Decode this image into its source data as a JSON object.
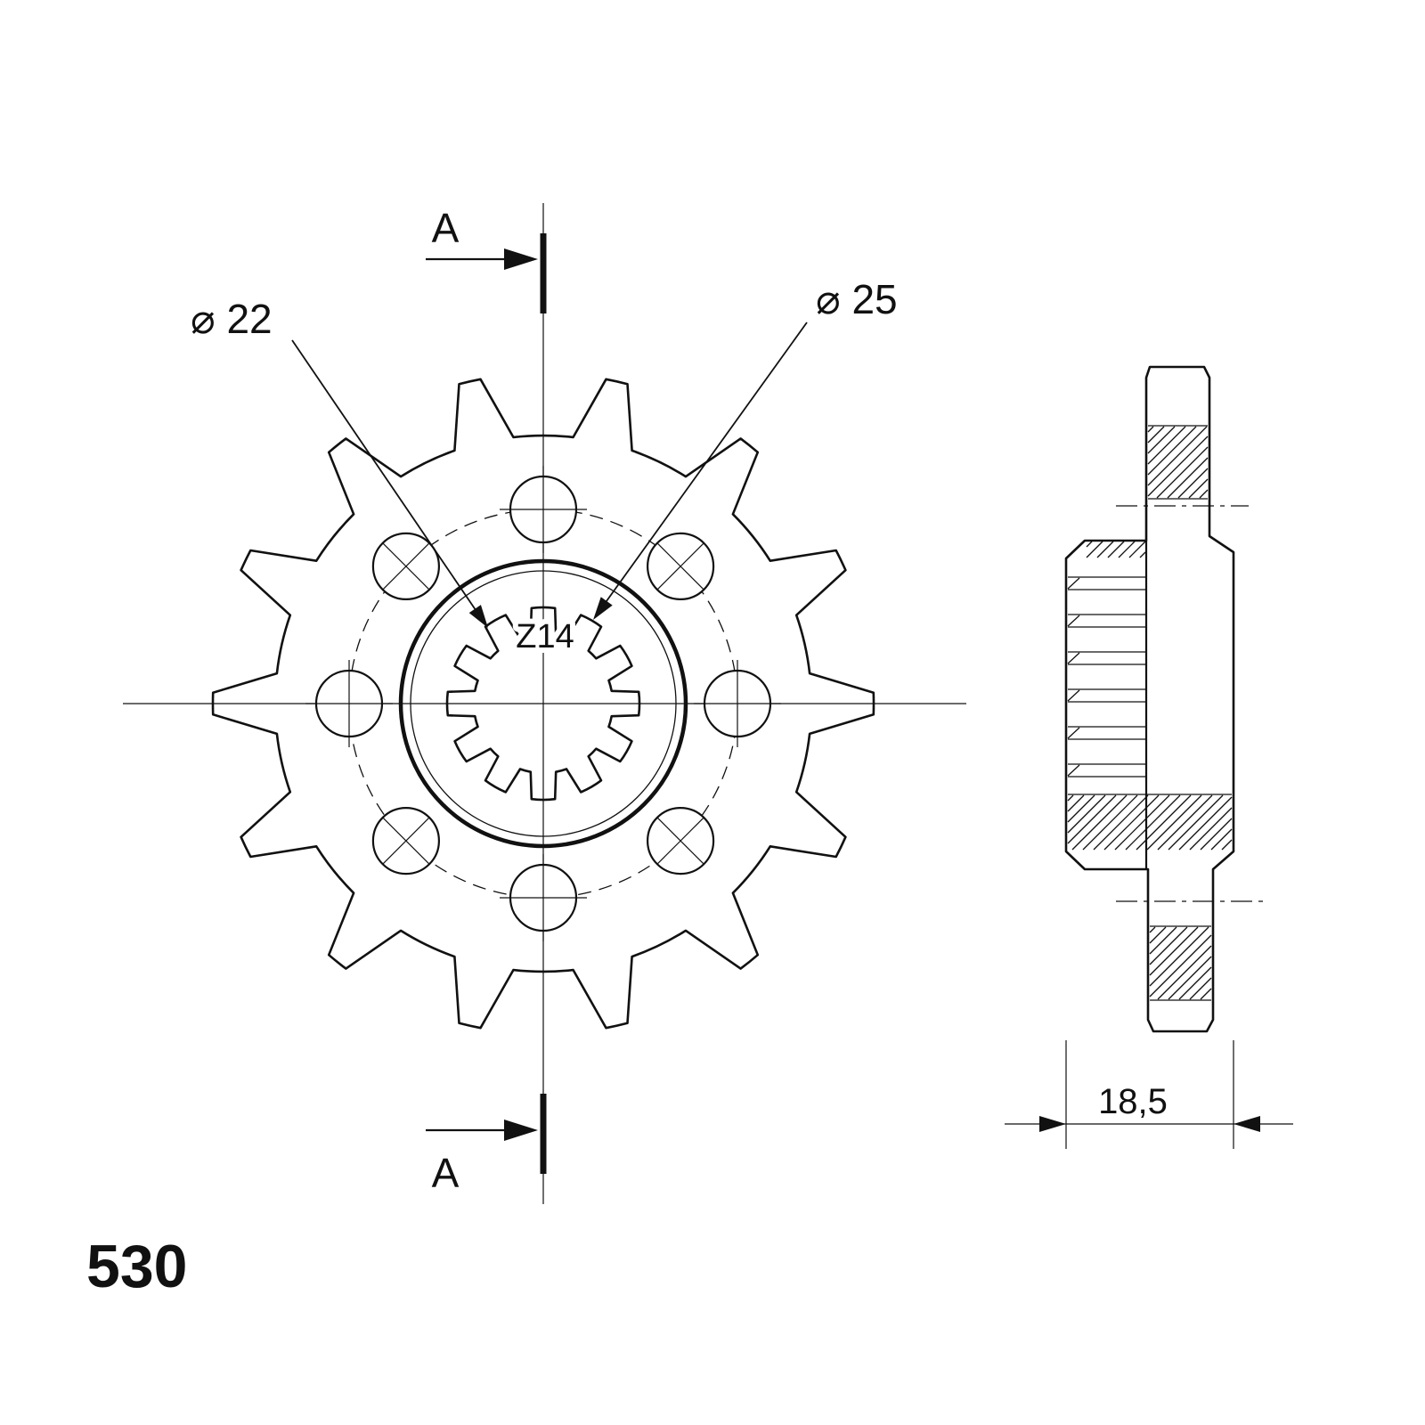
{
  "labels": {
    "section_a_top": "A",
    "section_a_bottom": "A",
    "bore_diameter": "⌀ 22",
    "spline_diameter": "⌀ 25",
    "tooth_count": "Z14",
    "hub_width": "18,5",
    "chain_pitch": "530"
  },
  "colors": {
    "ink": "#111111",
    "paper": "#ffffff"
  }
}
